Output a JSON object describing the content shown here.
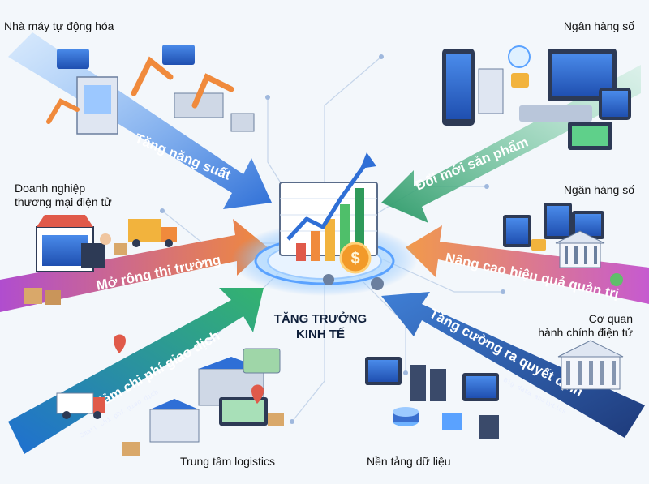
{
  "center": {
    "line1": "TĂNG TRƯỞNG",
    "line2": "KINH TẾ"
  },
  "sectors": {
    "top_left": "Nhà máy tự động hóa",
    "top_right": "Ngân hàng số",
    "mid_left_1": "Doanh nghiệp",
    "mid_left_2": "thương mại điện tử",
    "mid_right": "Ngân hàng số",
    "lower_right_1": "Cơ quan",
    "lower_right_2": "hành chính điện tử",
    "bottom_left": "Trung tâm logistics",
    "bottom_center": "Nền tảng dữ liệu"
  },
  "arrows": {
    "productivity": "Tăng năng suất",
    "innovation": "Đổi mới sản phẩm",
    "market": "Mở rộng thị trường",
    "efficiency": "Nâng cao hiệu quả quản trị",
    "cost": "Giảm chi phí giao dịch",
    "cost_sub": "Smart chi phí giao dịch",
    "decision": "Tăng cường ra quyết định",
    "decision_sub": "Big data analytics"
  },
  "colors": {
    "blue": "#2f6fd6",
    "green": "#2e9a6a",
    "orange": "#f08a3c",
    "purple": "#7a4fb8",
    "navy": "#1e3a7a",
    "teal": "#2aa6b8"
  }
}
